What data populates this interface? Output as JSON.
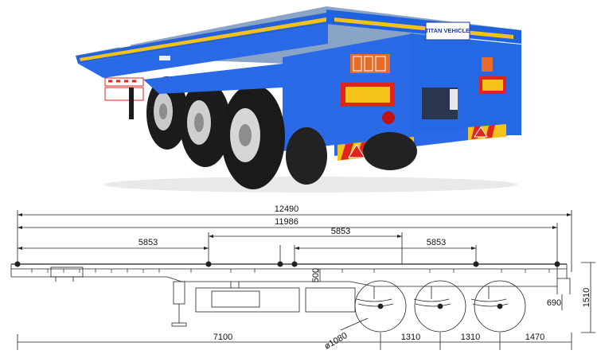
{
  "photo": {
    "brand_plate": "TITAN VEHICLE"
  },
  "drawing": {
    "overall_length": "12490",
    "deck_length": "11986",
    "pin_span_front": "5853",
    "pin_span_middle": "5853",
    "pin_span_rear": "5853",
    "beam_height": "500",
    "wheel_diameter": "ø1080",
    "kingpin_to_first_axle": "7100",
    "axle_spacing_1": "1310",
    "axle_spacing_2": "1310",
    "rear_overhang": "1470",
    "rear_height_step": "690",
    "total_height": "1510"
  }
}
